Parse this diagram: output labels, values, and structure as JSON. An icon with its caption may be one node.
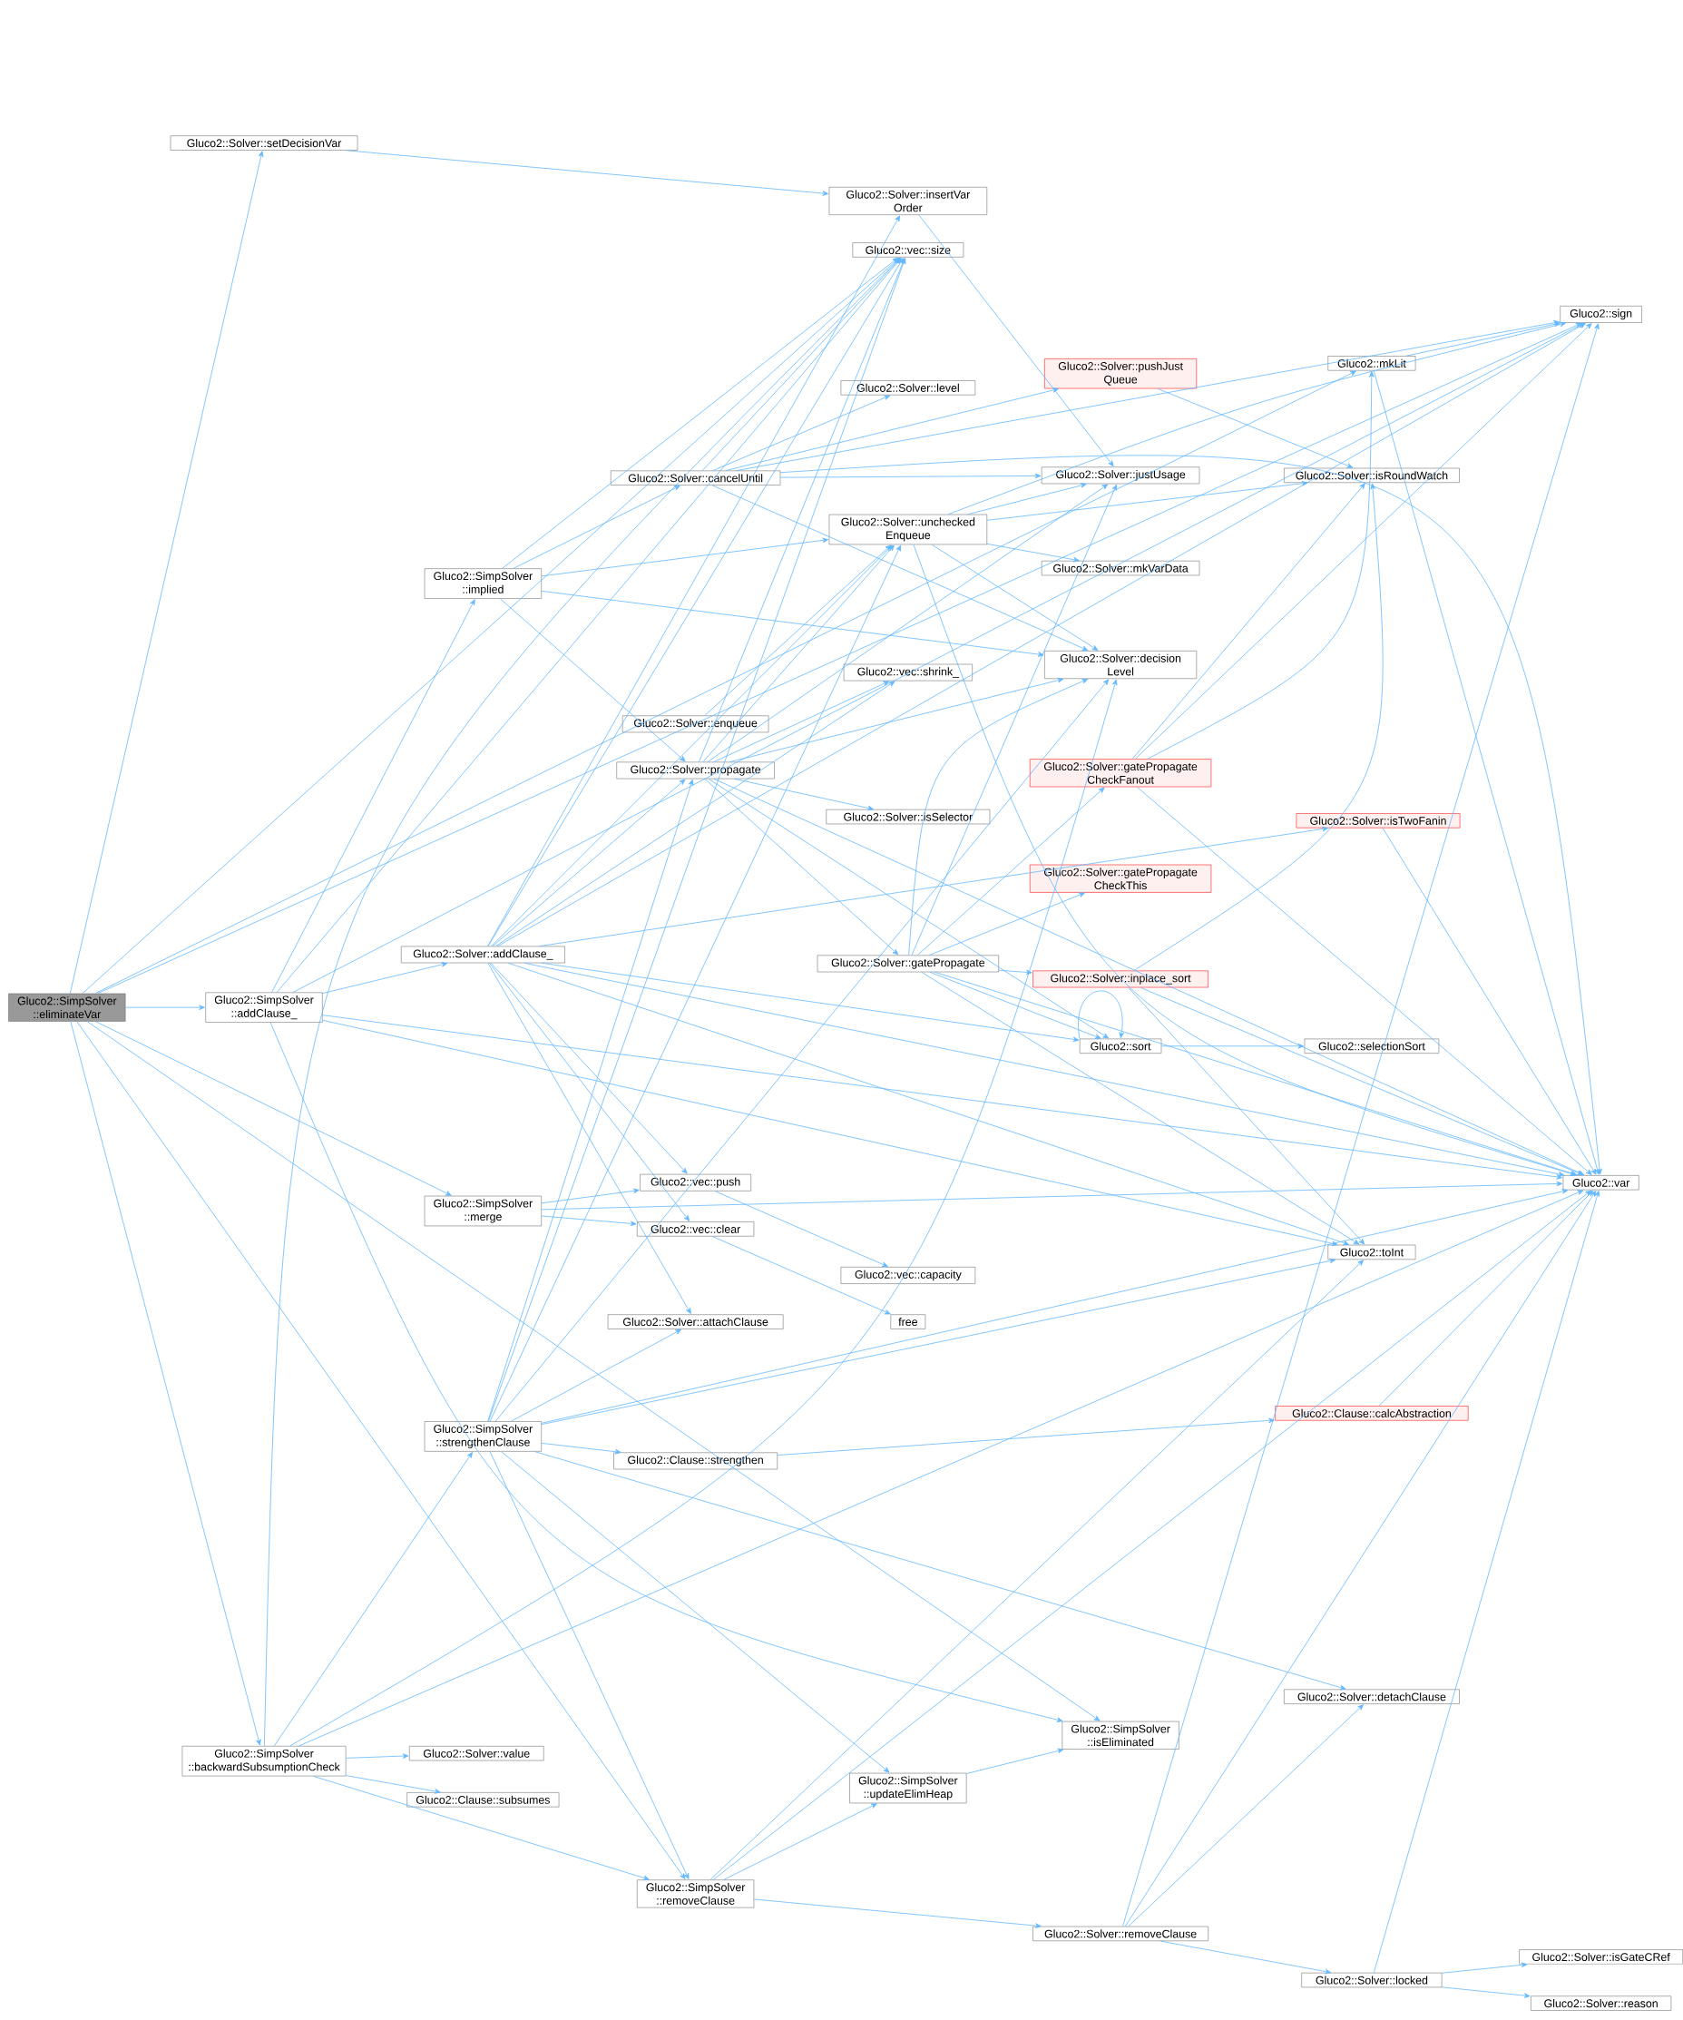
{
  "diagram": {
    "nodes": [
      {
        "text": [
          "Gluco2::SimpSolver ::eliminateVar"
        ]
      },
      {
        "text": [
          "Gluco2::Solver::setDecisionVar"
        ]
      },
      {
        "text": [
          "Gluco2::SimpSolver ::addClause_"
        ]
      },
      {
        "text": [
          "Gluco2::SimpSolver ::implied"
        ]
      },
      {
        "text": [
          "Gluco2::SimpSolver ::merge"
        ]
      },
      {
        "text": [
          "Gluco2::SimpSolver ::backwardSubsumptionCheck"
        ]
      },
      {
        "text": [
          "Gluco2::Solver::addClause_"
        ]
      },
      {
        "text": [
          "Gluco2::SimpSolver ::strengthenClause"
        ]
      },
      {
        "text": [
          "Gluco2::SimpSolver ::removeClause"
        ]
      },
      {
        "text": [
          "Gluco2::Solver::insertVar Order"
        ]
      },
      {
        "text": [
          "Gluco2::vec::size"
        ]
      },
      {
        "text": [
          "Gluco2::Solver::cancelUntil"
        ]
      },
      {
        "text": [
          "Gluco2::Solver::level"
        ]
      },
      {
        "text": [
          "Gluco2::Solver::pushJust Queue"
        ]
      },
      {
        "text": [
          "Gluco2::Solver::unchecked Enqueue"
        ]
      },
      {
        "text": [
          "Gluco2::Solver::enqueue"
        ]
      },
      {
        "text": [
          "Gluco2::Solver::propagate"
        ]
      },
      {
        "text": [
          "Gluco2::vec::shrink_"
        ]
      },
      {
        "text": [
          "Gluco2::Solver::isSelector"
        ]
      },
      {
        "text": [
          "Gluco2::Solver::gatePropagate"
        ]
      },
      {
        "text": [
          "Gluco2::Solver::justUsage"
        ]
      },
      {
        "text": [
          "Gluco2::Solver::mkVarData"
        ]
      },
      {
        "text": [
          "Gluco2::Solver::decision Level"
        ]
      },
      {
        "text": [
          "Gluco2::Solver::gatePropagate CheckFanout"
        ]
      },
      {
        "text": [
          "Gluco2::Solver::gatePropagate CheckThis"
        ]
      },
      {
        "text": [
          "Gluco2::Solver::isTwoFanin"
        ]
      },
      {
        "text": [
          "Gluco2::Solver::inplace_sort"
        ]
      },
      {
        "text": [
          "Gluco2::sort"
        ]
      },
      {
        "text": [
          "Gluco2::selectionSort"
        ]
      },
      {
        "text": [
          "Gluco2::mkLit"
        ]
      },
      {
        "text": [
          "Gluco2::Solver::isRoundWatch"
        ]
      },
      {
        "text": [
          "Gluco2::sign"
        ]
      },
      {
        "text": [
          "Gluco2::var"
        ]
      },
      {
        "text": [
          "Gluco2::vec::push"
        ]
      },
      {
        "text": [
          "Gluco2::vec::clear"
        ]
      },
      {
        "text": [
          "Gluco2::vec::capacity"
        ]
      },
      {
        "text": [
          "free"
        ]
      },
      {
        "text": [
          "Gluco2::Solver::attachClause"
        ]
      },
      {
        "text": [
          "Gluco2::Clause::strengthen"
        ]
      },
      {
        "text": [
          "Gluco2::Clause::calcAbstraction"
        ]
      },
      {
        "text": [
          "Gluco2::Solver::detachClause"
        ]
      },
      {
        "text": [
          "Gluco2::SimpSolver ::isEliminated"
        ]
      },
      {
        "text": [
          "Gluco2::SimpSolver ::updateElimHeap"
        ]
      },
      {
        "text": [
          "Gluco2::Solver::value"
        ]
      },
      {
        "text": [
          "Gluco2::Clause::subsumes"
        ]
      },
      {
        "text": [
          "Gluco2::Solver::removeClause"
        ]
      },
      {
        "text": [
          "Gluco2::Solver::locked"
        ]
      },
      {
        "text": [
          "Gluco2::Solver::isGateCRef"
        ]
      },
      {
        "text": [
          "Gluco2::Solver::reason"
        ]
      },
      {
        "text": [
          "Gluco2::toInt"
        ]
      }
    ],
    "edges": [
      {
        "from": 0,
        "to": 31,
        "arrow": "to"
      },
      {
        "from": 0,
        "to": 1,
        "arrow": "to"
      },
      {
        "from": 0,
        "to": 29,
        "arrow": "to"
      },
      {
        "from": 0,
        "to": 10,
        "arrow": "to"
      },
      {
        "from": 0,
        "to": 2,
        "arrow": "to"
      },
      {
        "from": 0,
        "to": 4,
        "arrow": "to"
      },
      {
        "from": 0,
        "to": 5,
        "arrow": "to"
      },
      {
        "from": 0,
        "to": 41,
        "arrow": "to"
      },
      {
        "from": 0,
        "to": 8,
        "arrow": "to"
      },
      {
        "from": 1,
        "to": 9,
        "arrow": "to"
      },
      {
        "from": 2,
        "to": 3,
        "arrow": "to"
      },
      {
        "from": 2,
        "to": 6,
        "arrow": "to"
      },
      {
        "from": 2,
        "to": 10,
        "arrow": "to"
      },
      {
        "from": 2,
        "to": 31,
        "arrow": "to"
      },
      {
        "from": 2,
        "to": 49,
        "arrow": "to"
      },
      {
        "from": 2,
        "to": 32,
        "arrow": "to"
      },
      {
        "from": 2,
        "to": 41,
        "arrow": "to"
      },
      {
        "from": 3,
        "to": 11,
        "arrow": "to"
      },
      {
        "from": 3,
        "to": 14,
        "arrow": "to"
      },
      {
        "from": 3,
        "to": 16,
        "arrow": "to"
      },
      {
        "from": 3,
        "to": 22,
        "arrow": "to"
      },
      {
        "from": 3,
        "to": 10,
        "arrow": "to"
      },
      {
        "from": 4,
        "to": 33,
        "arrow": "to"
      },
      {
        "from": 4,
        "to": 34,
        "arrow": "to"
      },
      {
        "from": 4,
        "to": 32,
        "arrow": "to"
      },
      {
        "from": 5,
        "to": 7,
        "arrow": "to"
      },
      {
        "from": 5,
        "to": 43,
        "arrow": "to"
      },
      {
        "from": 5,
        "to": 44,
        "arrow": "to"
      },
      {
        "from": 5,
        "to": 8,
        "arrow": "to"
      },
      {
        "from": 5,
        "to": 32,
        "arrow": "to"
      },
      {
        "from": 5,
        "to": 10,
        "arrow": "to"
      },
      {
        "from": 5,
        "to": 22,
        "arrow": "to"
      },
      {
        "from": 6,
        "to": 10,
        "arrow": "to"
      },
      {
        "from": 6,
        "to": 9,
        "arrow": "to"
      },
      {
        "from": 6,
        "to": 14,
        "arrow": "to"
      },
      {
        "from": 6,
        "to": 16,
        "arrow": "to"
      },
      {
        "from": 6,
        "to": 17,
        "arrow": "to"
      },
      {
        "from": 6,
        "to": 25,
        "arrow": "to"
      },
      {
        "from": 6,
        "to": 32,
        "arrow": "to"
      },
      {
        "from": 6,
        "to": 33,
        "arrow": "to"
      },
      {
        "from": 6,
        "to": 34,
        "arrow": "to"
      },
      {
        "from": 6,
        "to": 37,
        "arrow": "to"
      },
      {
        "from": 6,
        "to": 49,
        "arrow": "to"
      },
      {
        "from": 6,
        "to": 27,
        "arrow": "to"
      },
      {
        "from": 6,
        "to": 31,
        "arrow": "to"
      },
      {
        "from": 7,
        "to": 37,
        "arrow": "to"
      },
      {
        "from": 7,
        "to": 38,
        "arrow": "to"
      },
      {
        "from": 7,
        "to": 8,
        "arrow": "to"
      },
      {
        "from": 7,
        "to": 42,
        "arrow": "to"
      },
      {
        "from": 7,
        "to": 40,
        "arrow": "to"
      },
      {
        "from": 7,
        "to": 32,
        "arrow": "to"
      },
      {
        "from": 7,
        "to": 49,
        "arrow": "to"
      },
      {
        "from": 7,
        "to": 22,
        "arrow": "to"
      },
      {
        "from": 7,
        "to": 16,
        "arrow": "to"
      },
      {
        "from": 7,
        "to": 10,
        "arrow": "to"
      },
      {
        "from": 7,
        "to": 14,
        "arrow": "to"
      },
      {
        "from": 8,
        "to": 42,
        "arrow": "to"
      },
      {
        "from": 8,
        "to": 45,
        "arrow": "to"
      },
      {
        "from": 8,
        "to": 32,
        "arrow": "to"
      },
      {
        "from": 8,
        "to": 49,
        "arrow": "to"
      },
      {
        "from": 9,
        "to": 20,
        "arrow": "to"
      },
      {
        "from": 11,
        "to": 10,
        "arrow": "to"
      },
      {
        "from": 11,
        "to": 12,
        "arrow": "to"
      },
      {
        "from": 11,
        "to": 13,
        "arrow": "to"
      },
      {
        "from": 11,
        "to": 31,
        "arrow": "to"
      },
      {
        "from": 11,
        "to": 20,
        "arrow": "to"
      },
      {
        "from": 11,
        "to": 22,
        "arrow": "to"
      },
      {
        "from": 11,
        "to": 32,
        "arrow": "to"
      },
      {
        "from": 13,
        "to": 30,
        "arrow": "to"
      },
      {
        "from": 14,
        "to": 20,
        "arrow": "to"
      },
      {
        "from": 14,
        "to": 30,
        "arrow": "to"
      },
      {
        "from": 14,
        "to": 21,
        "arrow": "to"
      },
      {
        "from": 14,
        "to": 22,
        "arrow": "to"
      },
      {
        "from": 14,
        "to": 31,
        "arrow": "to"
      },
      {
        "from": 14,
        "to": 32,
        "arrow": "to"
      },
      {
        "from": 15,
        "to": 14,
        "arrow": "to"
      },
      {
        "from": 16,
        "to": 14,
        "arrow": "to"
      },
      {
        "from": 16,
        "to": 17,
        "arrow": "to"
      },
      {
        "from": 16,
        "to": 18,
        "arrow": "to"
      },
      {
        "from": 16,
        "to": 19,
        "arrow": "to"
      },
      {
        "from": 16,
        "to": 20,
        "arrow": "to"
      },
      {
        "from": 16,
        "to": 22,
        "arrow": "to"
      },
      {
        "from": 16,
        "to": 27,
        "arrow": "to"
      },
      {
        "from": 16,
        "to": 32,
        "arrow": "to"
      },
      {
        "from": 16,
        "to": 10,
        "arrow": "to"
      },
      {
        "from": 19,
        "to": 20,
        "arrow": "to"
      },
      {
        "from": 19,
        "to": 22,
        "arrow": "to"
      },
      {
        "from": 19,
        "to": 23,
        "arrow": "to"
      },
      {
        "from": 19,
        "to": 24,
        "arrow": "to"
      },
      {
        "from": 19,
        "to": 26,
        "arrow": "to"
      },
      {
        "from": 19,
        "to": 27,
        "arrow": "to"
      },
      {
        "from": 19,
        "to": 32,
        "arrow": "to"
      },
      {
        "from": 19,
        "to": 49,
        "arrow": "to"
      },
      {
        "from": 23,
        "to": 29,
        "arrow": "to"
      },
      {
        "from": 23,
        "to": 30,
        "arrow": "to"
      },
      {
        "from": 23,
        "to": 31,
        "arrow": "to"
      },
      {
        "from": 23,
        "to": 32,
        "arrow": "to"
      },
      {
        "from": 25,
        "to": 32,
        "arrow": "to"
      },
      {
        "from": 26,
        "to": 30,
        "arrow": "to"
      },
      {
        "from": 26,
        "to": 49,
        "arrow": "to"
      },
      {
        "from": 26,
        "to": 32,
        "arrow": "to"
      },
      {
        "from": 27,
        "to": 27,
        "arrow": "to"
      },
      {
        "from": 27,
        "to": 28,
        "arrow": "to"
      },
      {
        "from": 29,
        "to": 31,
        "arrow": "to"
      },
      {
        "from": 29,
        "to": 32,
        "arrow": "to"
      },
      {
        "from": 33,
        "to": 35,
        "arrow": "to"
      },
      {
        "from": 34,
        "to": 36,
        "arrow": "to"
      },
      {
        "from": 38,
        "to": 39,
        "arrow": "to"
      },
      {
        "from": 39,
        "to": 32,
        "arrow": "to"
      },
      {
        "from": 42,
        "to": 41,
        "arrow": "to"
      },
      {
        "from": 45,
        "to": 40,
        "arrow": "to"
      },
      {
        "from": 45,
        "to": 46,
        "arrow": "to"
      },
      {
        "from": 45,
        "to": 31,
        "arrow": "to"
      },
      {
        "from": 45,
        "to": 32,
        "arrow": "to"
      },
      {
        "from": 46,
        "to": 47,
        "arrow": "to"
      },
      {
        "from": 46,
        "to": 48,
        "arrow": "to"
      },
      {
        "from": 46,
        "to": 32,
        "arrow": "to"
      }
    ]
  }
}
